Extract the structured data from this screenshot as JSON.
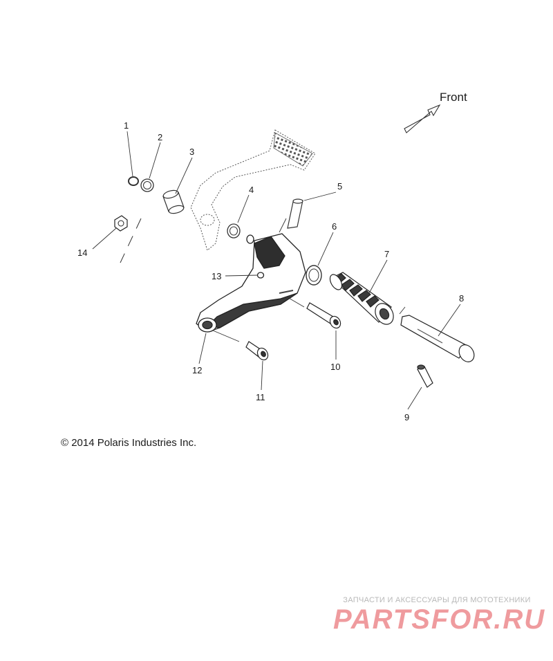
{
  "diagram": {
    "direction_label": "Front",
    "callouts": [
      {
        "id": "1",
        "text": "1"
      },
      {
        "id": "2",
        "text": "2"
      },
      {
        "id": "3",
        "text": "3"
      },
      {
        "id": "4",
        "text": "4"
      },
      {
        "id": "5",
        "text": "5"
      },
      {
        "id": "6",
        "text": "6"
      },
      {
        "id": "7",
        "text": "7"
      },
      {
        "id": "8",
        "text": "8"
      },
      {
        "id": "9",
        "text": "9"
      },
      {
        "id": "10",
        "text": "10"
      },
      {
        "id": "11",
        "text": "11"
      },
      {
        "id": "12",
        "text": "12"
      },
      {
        "id": "13",
        "text": "13"
      },
      {
        "id": "14",
        "text": "14"
      }
    ],
    "copyright": "© 2014 Polaris Industries Inc."
  },
  "watermark": {
    "caption": "ЗАПЧАСТИ И АКСЕССУАРЫ ДЛЯ МОТОТЕХНИКИ",
    "logo": "PARTSFOR.RU"
  }
}
